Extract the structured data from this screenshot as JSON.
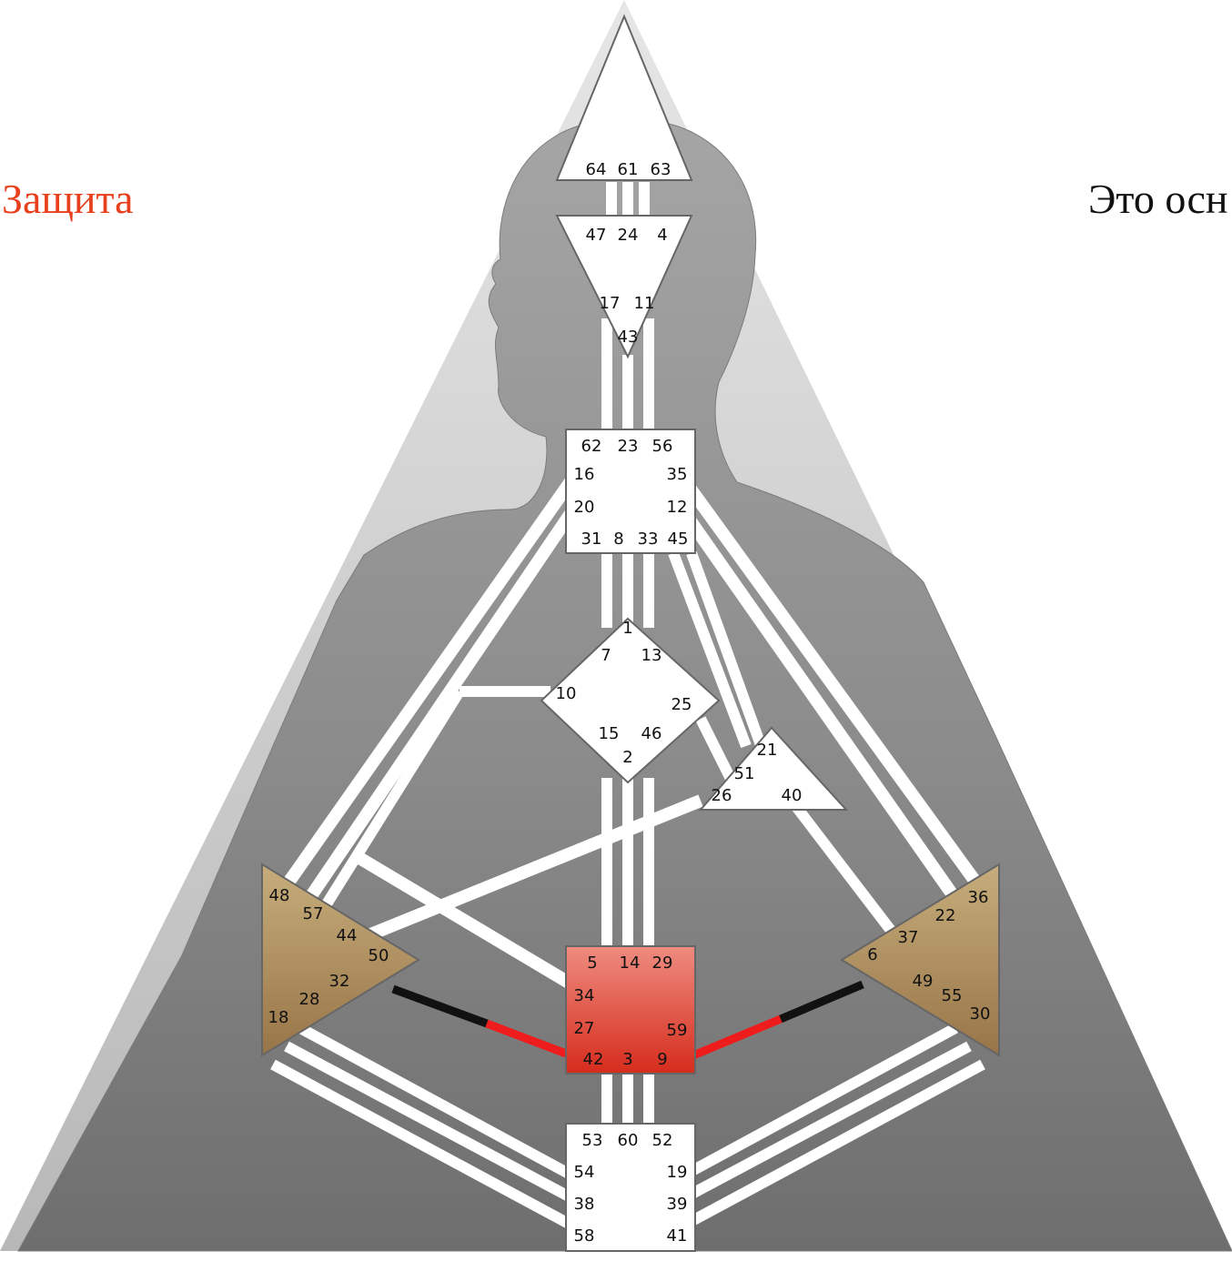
{
  "heading": "Защита",
  "intro_text": "Это осн",
  "colors": {
    "title": "#e8401c",
    "sacral_center": "#e0493a",
    "splenic_center": "#a88a5a",
    "solar_plexus_center": "#a88a5a",
    "defined_channel": "#ee1c1c",
    "defined_gate": "#111111",
    "open_center": "#ffffff",
    "body_silhouette": "#9a9a9a"
  },
  "centers": [
    {
      "name": "head",
      "gates": [
        "64",
        "61",
        "63"
      ],
      "fill": "#ffffff"
    },
    {
      "name": "ajna",
      "gates": [
        "47",
        "24",
        "4",
        "17",
        "11",
        "43"
      ],
      "fill": "#ffffff"
    },
    {
      "name": "throat",
      "gates": [
        "62",
        "23",
        "56",
        "16",
        "35",
        "20",
        "12",
        "31",
        "8",
        "33",
        "45"
      ],
      "fill": "#ffffff"
    },
    {
      "name": "g",
      "gates": [
        "1",
        "7",
        "13",
        "10",
        "25",
        "15",
        "46",
        "2"
      ],
      "fill": "#ffffff"
    },
    {
      "name": "heart",
      "gates": [
        "21",
        "51",
        "26",
        "40"
      ],
      "fill": "#ffffff"
    },
    {
      "name": "spleen",
      "gates": [
        "48",
        "57",
        "44",
        "50",
        "32",
        "28",
        "18"
      ],
      "fill": "#a88a5a"
    },
    {
      "name": "solar-plexus",
      "gates": [
        "36",
        "22",
        "37",
        "6",
        "49",
        "55",
        "30"
      ],
      "fill": "#a88a5a"
    },
    {
      "name": "sacral",
      "gates": [
        "5",
        "14",
        "29",
        "34",
        "27",
        "59",
        "42",
        "3",
        "9"
      ],
      "fill": "#e0493a"
    },
    {
      "name": "root",
      "gates": [
        "53",
        "60",
        "52",
        "54",
        "19",
        "38",
        "39",
        "58",
        "41"
      ],
      "fill": "#ffffff"
    }
  ],
  "defined_channels": [
    {
      "name": "channel-27-50",
      "gates": [
        "27",
        "50"
      ]
    },
    {
      "name": "channel-59-6",
      "gates": [
        "59",
        "6"
      ]
    }
  ]
}
